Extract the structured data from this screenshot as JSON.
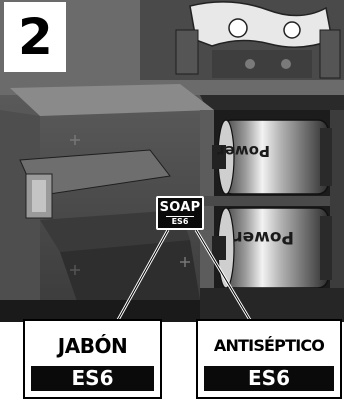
{
  "step_number": "2",
  "soap_label": {
    "main": "SOAP",
    "sub": "ES6"
  },
  "callouts": [
    {
      "title": "JABÓN",
      "code": "ES6"
    },
    {
      "title": "ANTISÉPTICO",
      "code": "ES6"
    }
  ],
  "cans": [
    {
      "text": "Power"
    },
    {
      "text": "Power"
    }
  ],
  "colors": {
    "ink": "#000000",
    "paper": "#ffffff"
  }
}
